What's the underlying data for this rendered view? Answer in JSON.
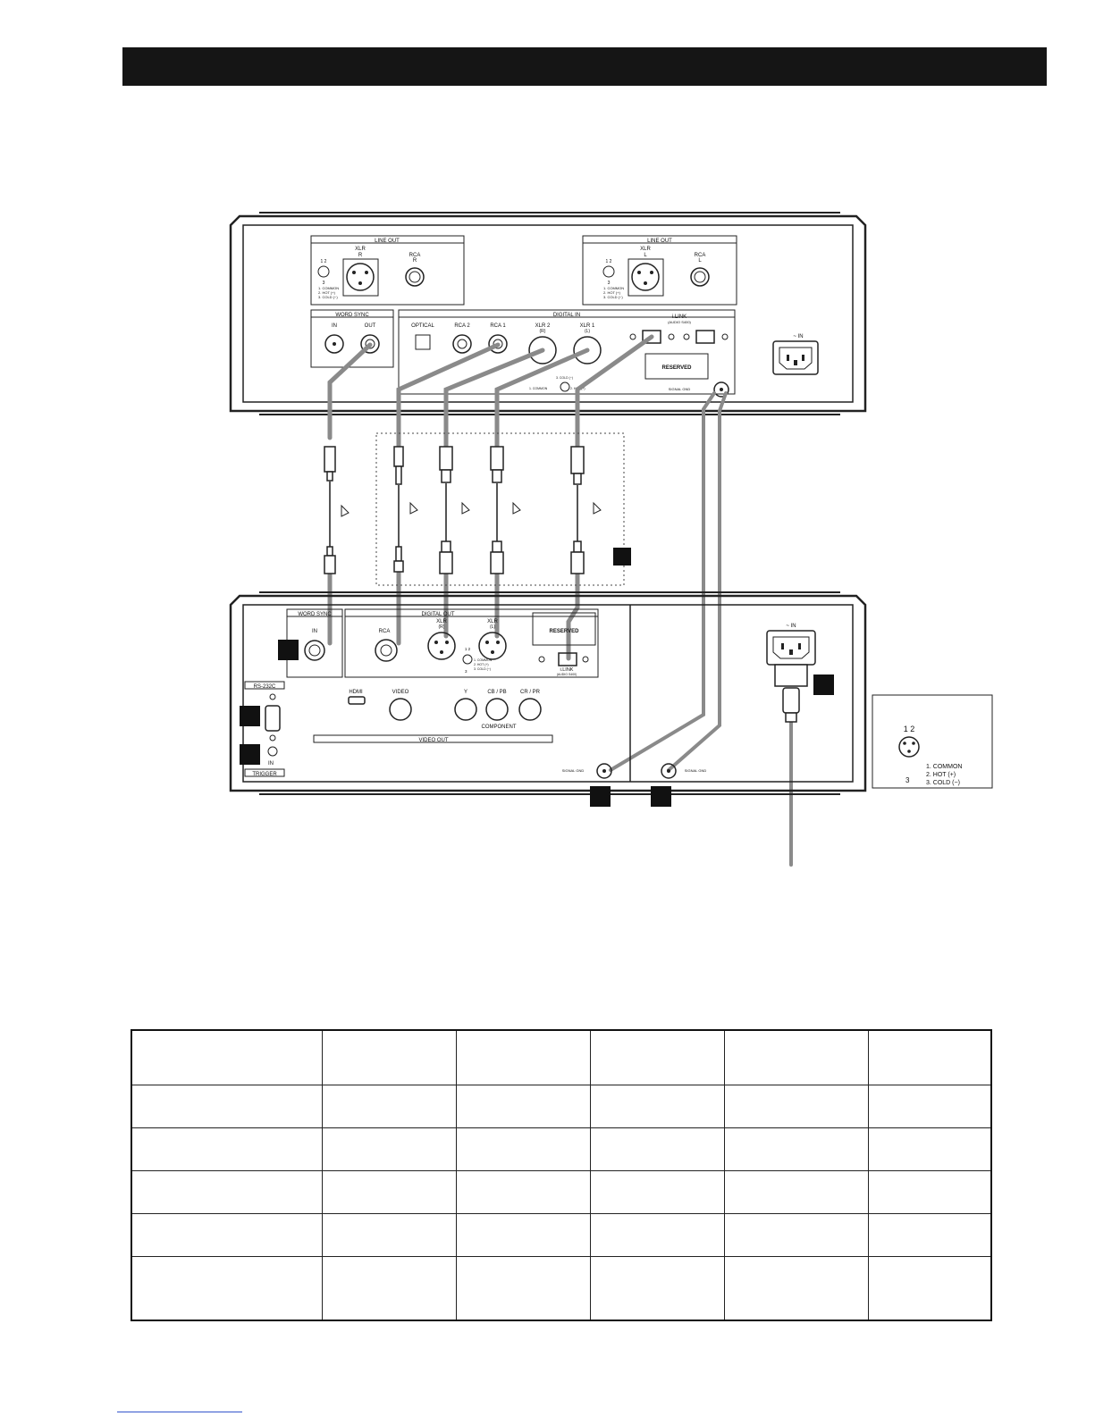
{
  "colors": {
    "accent_bar": "#151515",
    "cable": "#8a8a8a",
    "panel_line": "#222222"
  },
  "top_unit": {
    "line_out_r": {
      "section": "LINE OUT",
      "xlr": "XLR",
      "xlr_ch": "R",
      "rca": "RCA",
      "rca_ch": "R",
      "pins_top": "1  2",
      "pins_bottom": "3",
      "pin1": "1. COMMON",
      "pin2": "2. HOT (+)",
      "pin3": "3. COLD (−)"
    },
    "line_out_l": {
      "section": "LINE OUT",
      "xlr": "XLR",
      "xlr_ch": "L",
      "rca": "RCA",
      "rca_ch": "L",
      "pins_top": "1  2",
      "pins_bottom": "3",
      "pin1": "1. COMMON",
      "pin2": "2. HOT (+)",
      "pin3": "3. COLD (−)"
    },
    "word_sync": {
      "section": "WORD SYNC",
      "in": "IN",
      "out": "OUT"
    },
    "digital_in": {
      "section": "DIGITAL IN",
      "optical": "OPTICAL",
      "rca2": "RCA 2",
      "rca1": "RCA 1",
      "xlr2": "XLR 2",
      "xlr2_ch": "(R)",
      "xlr1": "XLR 1",
      "xlr1_ch": "(L)",
      "ilink": "i.LINK",
      "ilink_sub": "(AUDIO S400)",
      "pin_common": "1. COMMON",
      "pin_hot": "2. HOT (+)",
      "pin_cold": "3. COLD (−)"
    },
    "reserved": "RESERVED",
    "signal_gnd": "SIGNAL GND",
    "ac_in": "~ IN"
  },
  "bottom_unit": {
    "word_sync": {
      "section": "WORD SYNC",
      "in": "IN"
    },
    "digital_out": {
      "section": "DIGITAL OUT",
      "rca": "RCA",
      "xlr_r": "XLR",
      "xlr_r_ch": "(R)",
      "xlr_l": "XLR",
      "xlr_l_ch": "(L)",
      "pins_top": "1  2",
      "pins_bottom": "3",
      "pin1": "1. COMMON",
      "pin2": "2. HOT (+)",
      "pin3": "3. COLD (−)",
      "ilink": "i.LINK",
      "ilink_sub": "(AUDIO S400)"
    },
    "reserved": "RESERVED",
    "rs232c": "RS-232C",
    "trigger": "TRIGGER",
    "trigger_in": "IN",
    "video_out": {
      "section": "VIDEO OUT",
      "hdmi": "HDMI",
      "video": "VIDEO",
      "y": "Y",
      "cb": "CB / PB",
      "cr": "CR / PR",
      "component": "COMPONENT"
    },
    "signal_gnd_left": "SIGNAL GND",
    "signal_gnd_right": "SIGNAL GND",
    "ac_in": "~ IN"
  },
  "xlr_inset": {
    "pins_top": "1  2",
    "pins_bottom": "3",
    "pin1": "1. COMMON",
    "pin2": "2. HOT (+)",
    "pin3": "3. COLD (−)"
  },
  "table": {
    "rows": 6,
    "cols": 6
  }
}
